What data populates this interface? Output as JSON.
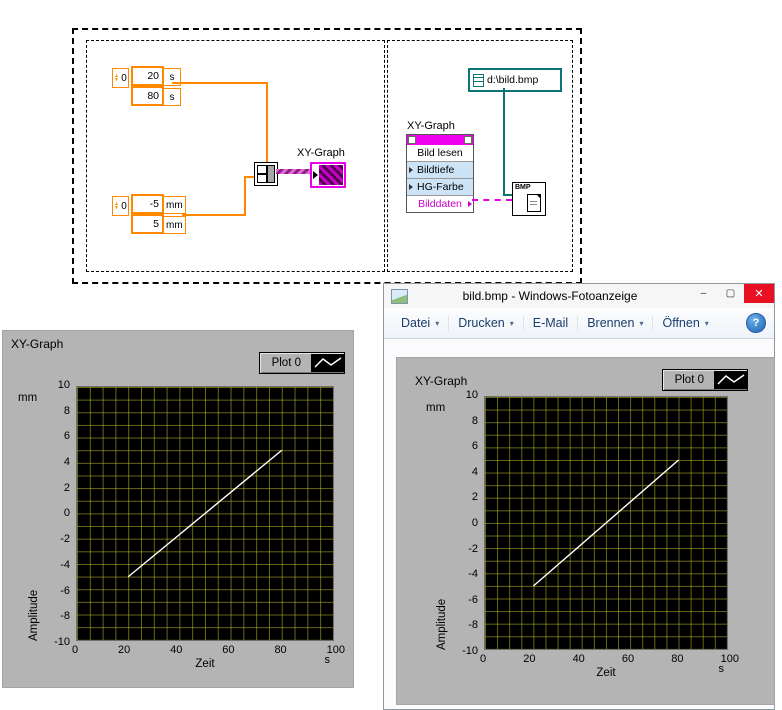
{
  "block_diagram": {
    "frame1": {
      "time_array": {
        "index": "0",
        "values": [
          "20",
          "80"
        ],
        "units": [
          "s",
          "s"
        ]
      },
      "amp_array": {
        "index": "0",
        "values": [
          "-5",
          "5"
        ],
        "units": [
          "mm",
          "mm"
        ]
      },
      "terminal_label": "XY-Graph"
    },
    "frame2": {
      "path_constant": "d:\\bild.bmp",
      "property_node": {
        "title": "XY-Graph",
        "rows": [
          "Bild lesen",
          "Bildtiefe",
          "HG-Farbe",
          "Bilddaten"
        ]
      },
      "bmp_label": "BMP"
    },
    "colors": {
      "numeric_wire": "#ff8800",
      "path_wire": "#0c7474",
      "image_wire": "#e800e8"
    }
  },
  "viewer": {
    "window_title": "bild.bmp - Windows-Fotoanzeige",
    "menu_items": [
      {
        "label": "Datei",
        "caret": true
      },
      {
        "label": "Drucken",
        "caret": true
      },
      {
        "label": "E-Mail",
        "caret": false
      },
      {
        "label": "Brennen",
        "caret": true
      },
      {
        "label": "Öffnen",
        "caret": true
      }
    ],
    "caret_glyph": "▾",
    "help_label": "?",
    "minimize_glyph": "–",
    "maximize_glyph": "▢",
    "close_glyph": "✕"
  },
  "chart_data": [
    {
      "type": "line",
      "title": "XY-Graph",
      "legend": {
        "label": "Plot 0",
        "position": "top-right"
      },
      "xlabel": "Zeit",
      "x_unit": "s",
      "ylabel": "Amplitude",
      "y_unit": "mm",
      "xlim": [
        0,
        100
      ],
      "ylim": [
        -10,
        10
      ],
      "xticks": [
        0,
        20,
        40,
        60,
        80,
        100
      ],
      "yticks": [
        10,
        8,
        6,
        4,
        2,
        0,
        -2,
        -4,
        -6,
        -8,
        -10
      ],
      "grid": true,
      "colors": {
        "plot_bg": "#000000",
        "grid": "#9a9a28",
        "line": "#ffffff"
      },
      "series": [
        {
          "name": "Plot 0",
          "points": [
            [
              20,
              -5
            ],
            [
              80,
              5
            ]
          ]
        }
      ]
    },
    {
      "type": "line",
      "title": "XY-Graph",
      "legend": {
        "label": "Plot 0",
        "position": "top-right"
      },
      "xlabel": "Zeit",
      "x_unit": "s",
      "ylabel": "Amplitude",
      "y_unit": "mm",
      "xlim": [
        0,
        100
      ],
      "ylim": [
        -10,
        10
      ],
      "xticks": [
        0,
        20,
        40,
        60,
        80,
        100
      ],
      "yticks": [
        10,
        8,
        6,
        4,
        2,
        0,
        -2,
        -4,
        -6,
        -8,
        -10
      ],
      "grid": true,
      "colors": {
        "plot_bg": "#000000",
        "grid": "#9a9a28",
        "line": "#ffffff"
      },
      "series": [
        {
          "name": "Plot 0",
          "points": [
            [
              20,
              -5
            ],
            [
              80,
              5
            ]
          ]
        }
      ]
    }
  ]
}
